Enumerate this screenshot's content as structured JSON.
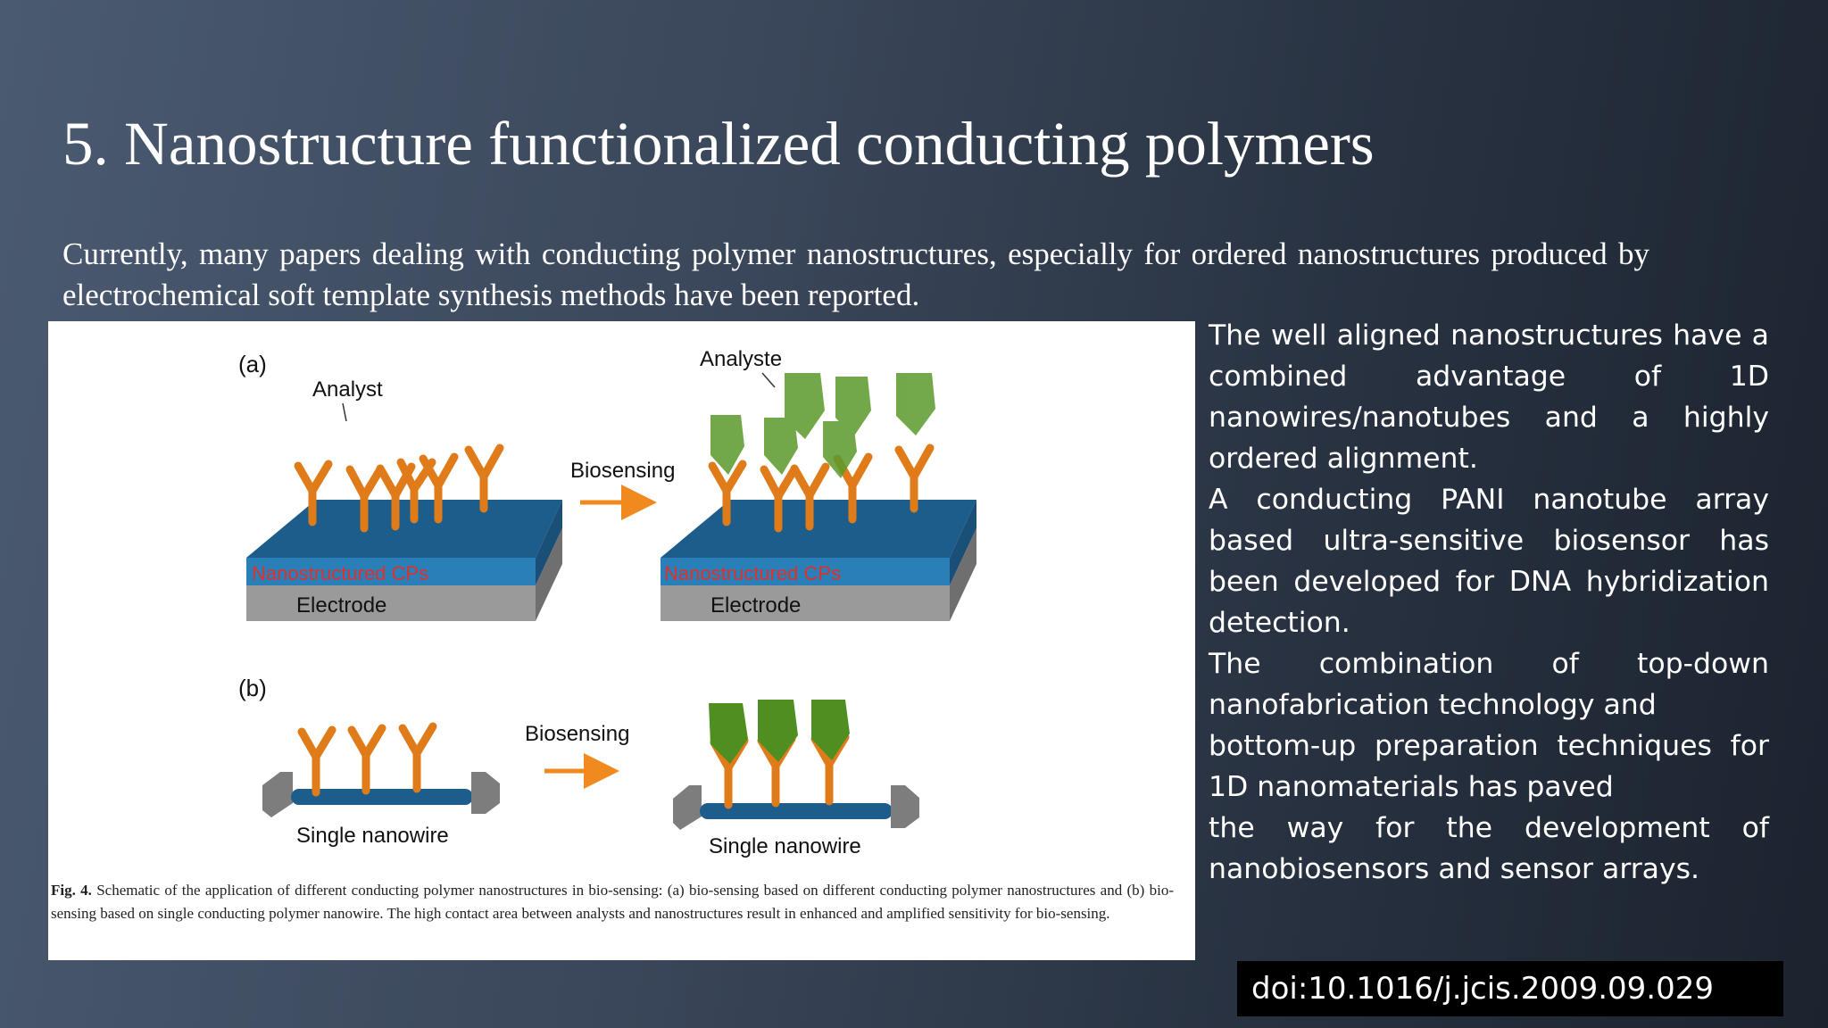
{
  "slide": {
    "title": "5. Nanostructure functionalized conducting polymers",
    "intro": "Currently, many papers dealing with conducting polymer nanostructures, especially for ordered nanostructures produced by electrochemical soft template synthesis methods have been reported."
  },
  "figure": {
    "panel_a_label": "(a)",
    "panel_b_label": "(b)",
    "analyst_label": "Analyst",
    "analyste_label": "Analyste",
    "biosensing_label": "Biosensing",
    "cps_label": "Nanostructured CPs",
    "electrode_label": "Electrode",
    "nanowire_label": "Single nanowire",
    "caption_prefix": "Fig. 4.",
    "caption_text": "Schematic of the application of different conducting polymer nanostructures in bio-sensing: (a) bio-sensing based on different conducting polymer nanostructures and (b) bio-sensing based on single conducting polymer nanowire. The high contact area between analysts and nanostructures result in enhanced and amplified sensitivity for bio-sensing.",
    "colors": {
      "antibody": "#e07b1a",
      "analyte": "#5a9a2a",
      "cp_layer": "#1d5d8c",
      "electrode": "#8c8c8c",
      "cp_text": "#e0302a",
      "arrow": "#f08a1e"
    }
  },
  "body": {
    "lines": [
      "The well aligned nanostructures have a",
      "combined advantage of 1D",
      "nanowires/nanotubes and a highly",
      "ordered alignment.",
      "A conducting PANI nanotube array",
      "based ultra-sensitive biosensor has",
      "been developed for DNA hybridization",
      "detection.",
      "The combination of top-down",
      "nanofabrication technology and",
      "bottom-up preparation techniques for",
      "1D nanomaterials has paved",
      "the way for the development of",
      "nanobiosensors and sensor arrays."
    ]
  },
  "doi": "doi:10.1016/j.jcis.2009.09.029"
}
